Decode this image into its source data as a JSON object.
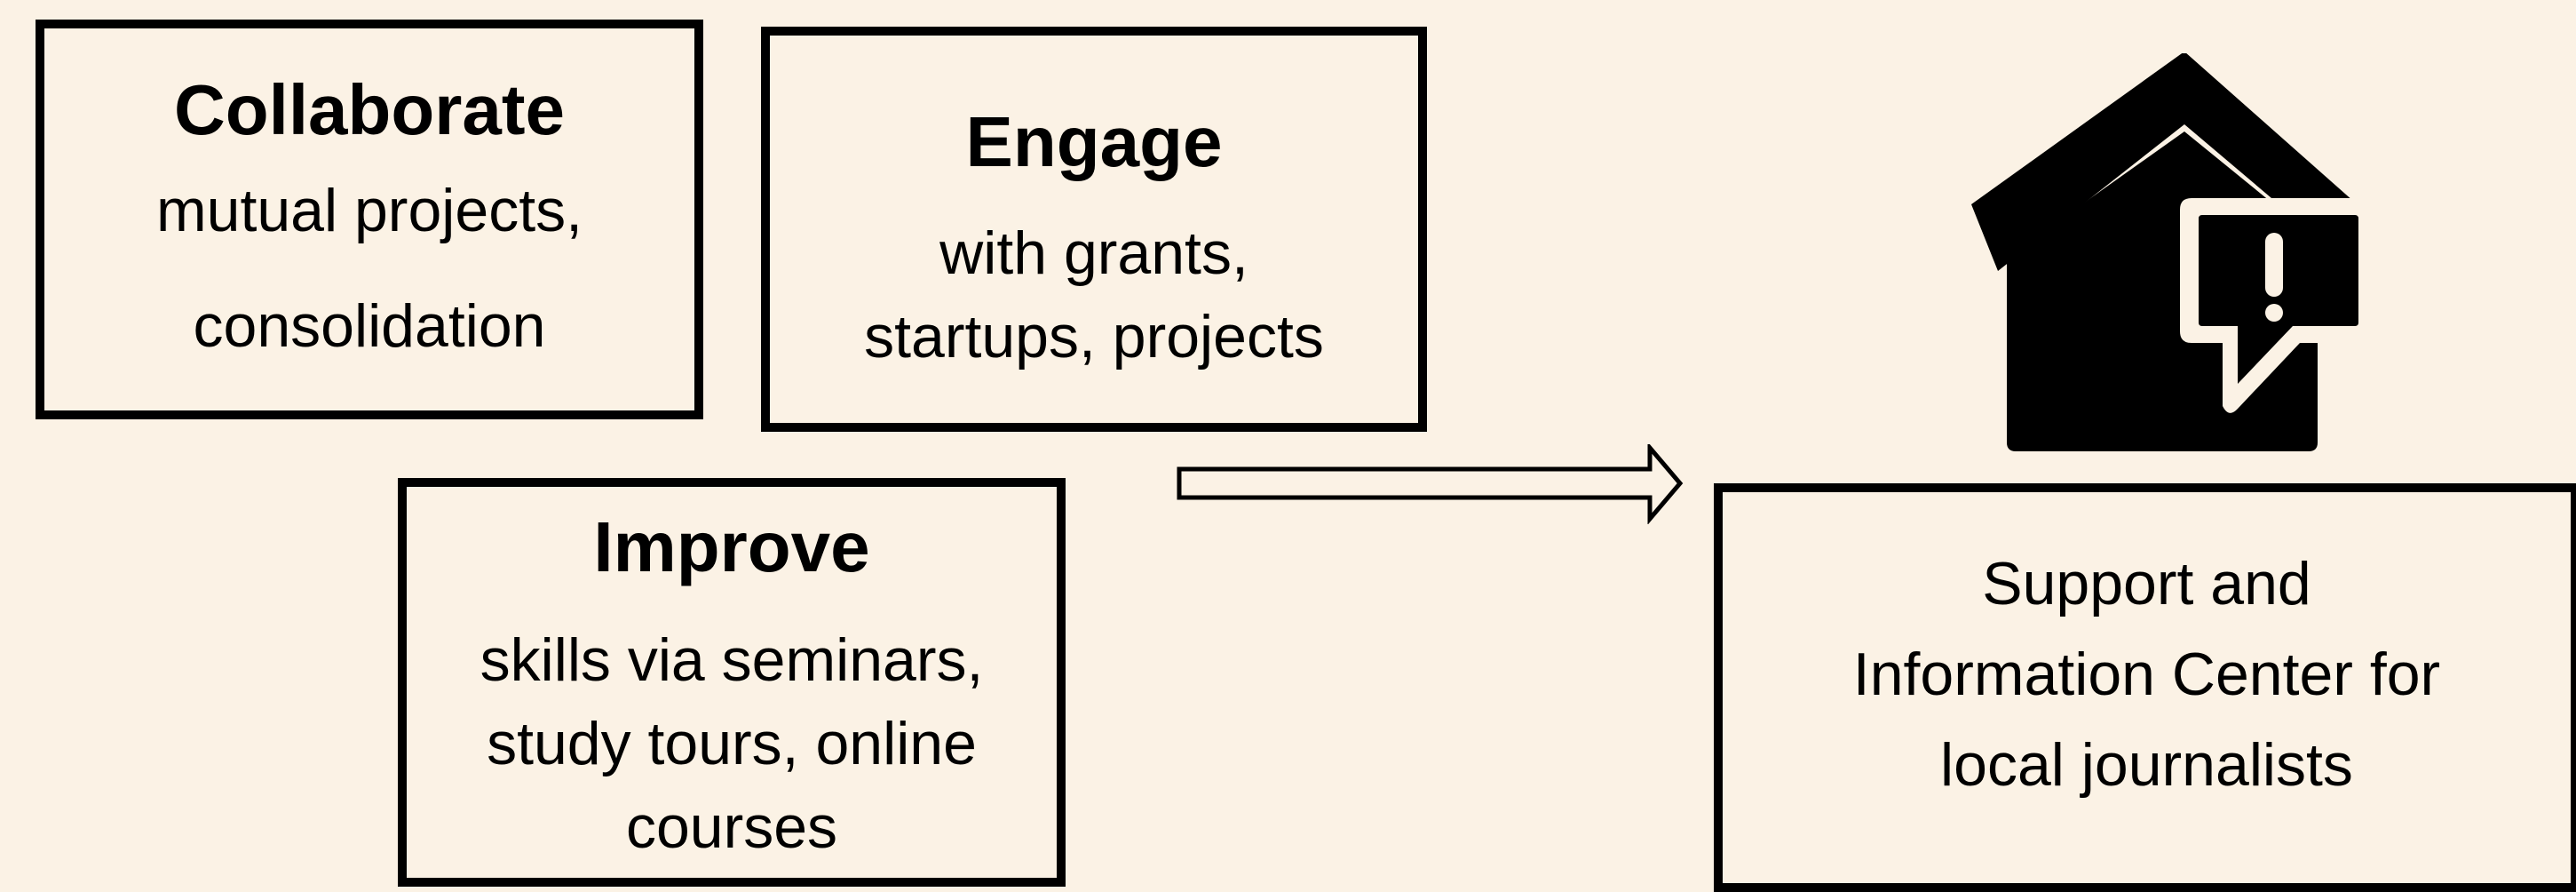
{
  "boxes": {
    "collaborate": {
      "title": "Collaborate",
      "lines": [
        "mutual projects,",
        "consolidation"
      ]
    },
    "engage": {
      "title": "Engage",
      "lines": [
        "with grants,",
        "startups, projects"
      ]
    },
    "improve": {
      "title": "Improve",
      "lines": [
        "skills via seminars,",
        "study tours, online",
        "courses"
      ]
    },
    "center": {
      "lines": [
        "Support and",
        "Information Center for",
        "local journalists"
      ]
    }
  },
  "icons": {
    "arrow": "right-arrow-icon",
    "house": "house-alert-icon"
  },
  "colors": {
    "background": "#fbf2e5",
    "ink": "#000000"
  }
}
